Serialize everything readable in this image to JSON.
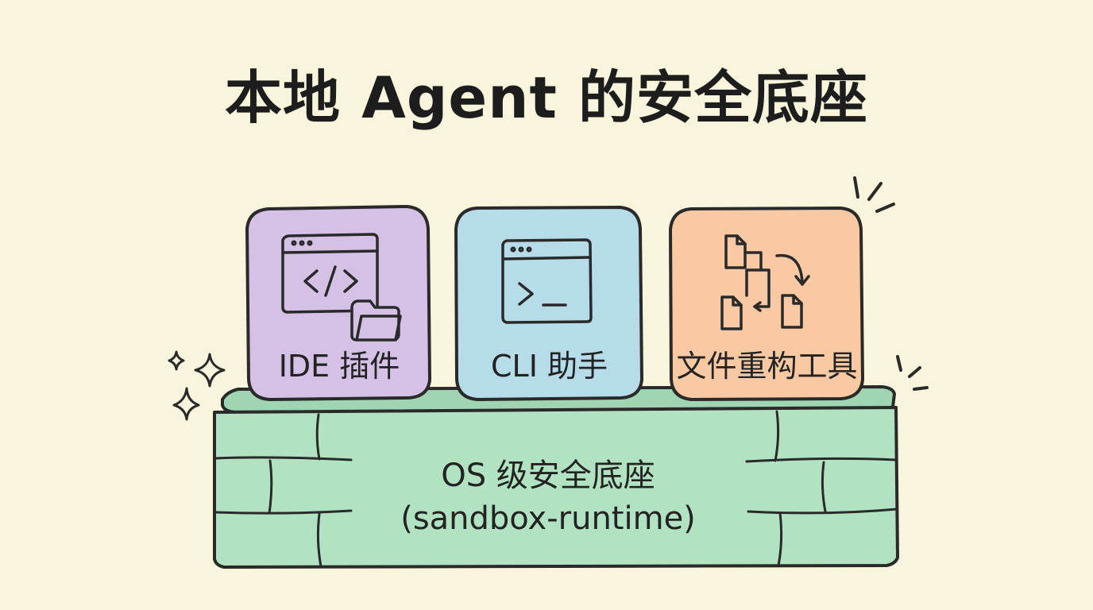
{
  "title": "本地 Agent 的安全底座",
  "cards": [
    {
      "label": "IDE 插件",
      "icon": "code-window-with-folder-icon",
      "color": "#d5c1e5"
    },
    {
      "label": "CLI 助手",
      "icon": "terminal-window-icon",
      "color": "#b6dbe9"
    },
    {
      "label": "文件重构工具",
      "icon": "file-refactor-flow-icon",
      "color": "#f8c9a2"
    }
  ],
  "base": {
    "line1": "OS 级安全底座",
    "line2": "(sandbox-runtime)",
    "color": "#b1e2c1"
  },
  "colors": {
    "background": "#f8f5dc",
    "stroke": "#2a2a2a"
  }
}
